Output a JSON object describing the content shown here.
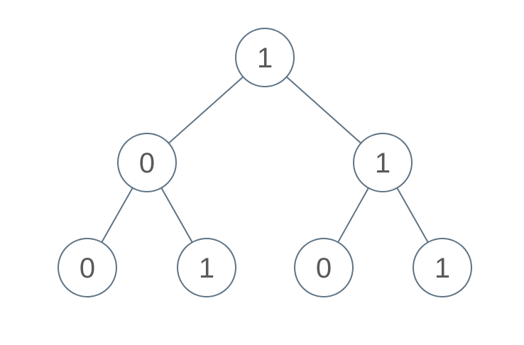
{
  "diagram": {
    "type": "binary-tree",
    "stroke_color": "#5f7485",
    "text_color": "#595959",
    "background_color": "#ffffff",
    "nodes": [
      {
        "id": "root",
        "label": "1",
        "level": 0
      },
      {
        "id": "left",
        "label": "0",
        "level": 1
      },
      {
        "id": "right",
        "label": "1",
        "level": 1
      },
      {
        "id": "left-left",
        "label": "0",
        "level": 2
      },
      {
        "id": "left-right",
        "label": "1",
        "level": 2
      },
      {
        "id": "right-left",
        "label": "0",
        "level": 2
      },
      {
        "id": "right-right",
        "label": "1",
        "level": 2
      }
    ],
    "edges": [
      {
        "from": "root",
        "to": "left"
      },
      {
        "from": "root",
        "to": "right"
      },
      {
        "from": "left",
        "to": "left-left"
      },
      {
        "from": "left",
        "to": "left-right"
      },
      {
        "from": "right",
        "to": "right-left"
      },
      {
        "from": "right",
        "to": "right-right"
      }
    ]
  }
}
